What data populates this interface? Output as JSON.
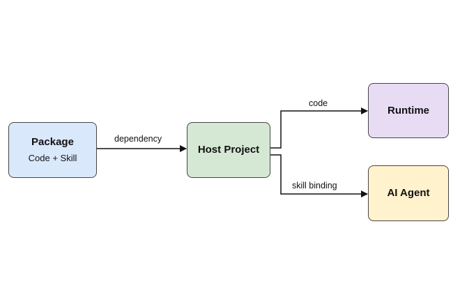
{
  "colors": {
    "package_fill": "#dae8fc",
    "host_fill": "#d5e8d4",
    "runtime_fill": "#e8dcf5",
    "agent_fill": "#fff2cc",
    "stroke": "#444444",
    "edge": "#111111"
  },
  "nodes": {
    "package": {
      "title": "Package",
      "subtitle": "Code + Skill"
    },
    "host": {
      "title": "Host Project"
    },
    "runtime": {
      "title": "Runtime"
    },
    "agent": {
      "title": "AI Agent"
    }
  },
  "edges": {
    "dependency": {
      "label": "dependency",
      "from": "Package",
      "to": "Host Project"
    },
    "code": {
      "label": "code",
      "from": "Host Project",
      "to": "Runtime"
    },
    "skill_binding": {
      "label": "skill binding",
      "from": "Host Project",
      "to": "AI Agent"
    }
  }
}
